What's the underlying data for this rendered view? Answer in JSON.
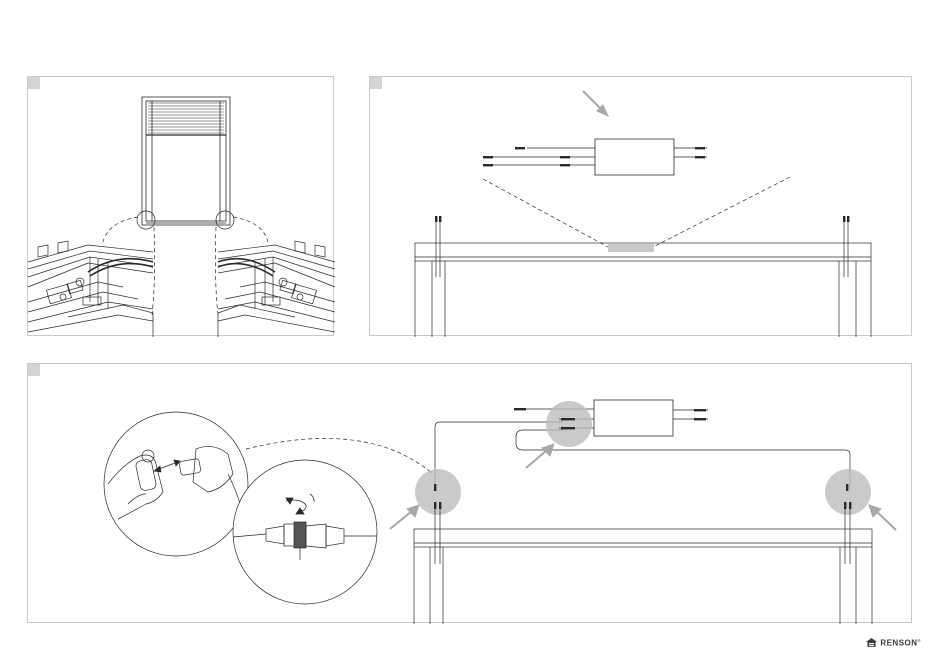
{
  "brand": {
    "name": "RENSON",
    "mark": "®",
    "icon": "house-logo-icon"
  },
  "steps": [
    {
      "label": "",
      "panel": "window-corners"
    },
    {
      "label": "",
      "panel": "control-box-placement"
    },
    {
      "label": "",
      "panel": "cable-connection"
    }
  ],
  "colors": {
    "line": "#2a2a2a",
    "frame": "#c9c9c9",
    "highlight": "#bdbdbd",
    "callout": "#a8a8a8",
    "box_fill": "#c8c8c8"
  }
}
